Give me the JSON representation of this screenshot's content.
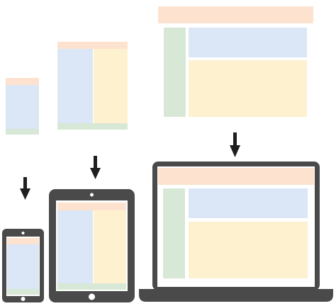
{
  "colors": {
    "header": "#fde3cf",
    "sidebar": "#d8e8d6",
    "primary_panel": "#dbe6f6",
    "content_panel": "#fdf1cf",
    "device_frame": "#4a4a4a",
    "device_screen_border": "#ffffff",
    "arrow": "#1f1f1f",
    "background": "#ffffff"
  },
  "diagram": {
    "title": "",
    "layouts": [
      {
        "device": "phone",
        "sections": [
          "header",
          "primary_panel",
          "footer"
        ]
      },
      {
        "device": "tablet",
        "sections": [
          "header",
          "primary_panel",
          "content_panel",
          "footer"
        ]
      },
      {
        "device": "laptop",
        "sections": [
          "header",
          "sidebar",
          "primary_panel",
          "content_panel"
        ]
      }
    ],
    "devices": [
      "phone",
      "tablet",
      "laptop"
    ],
    "arrow_icon": "down-arrow-icon"
  }
}
